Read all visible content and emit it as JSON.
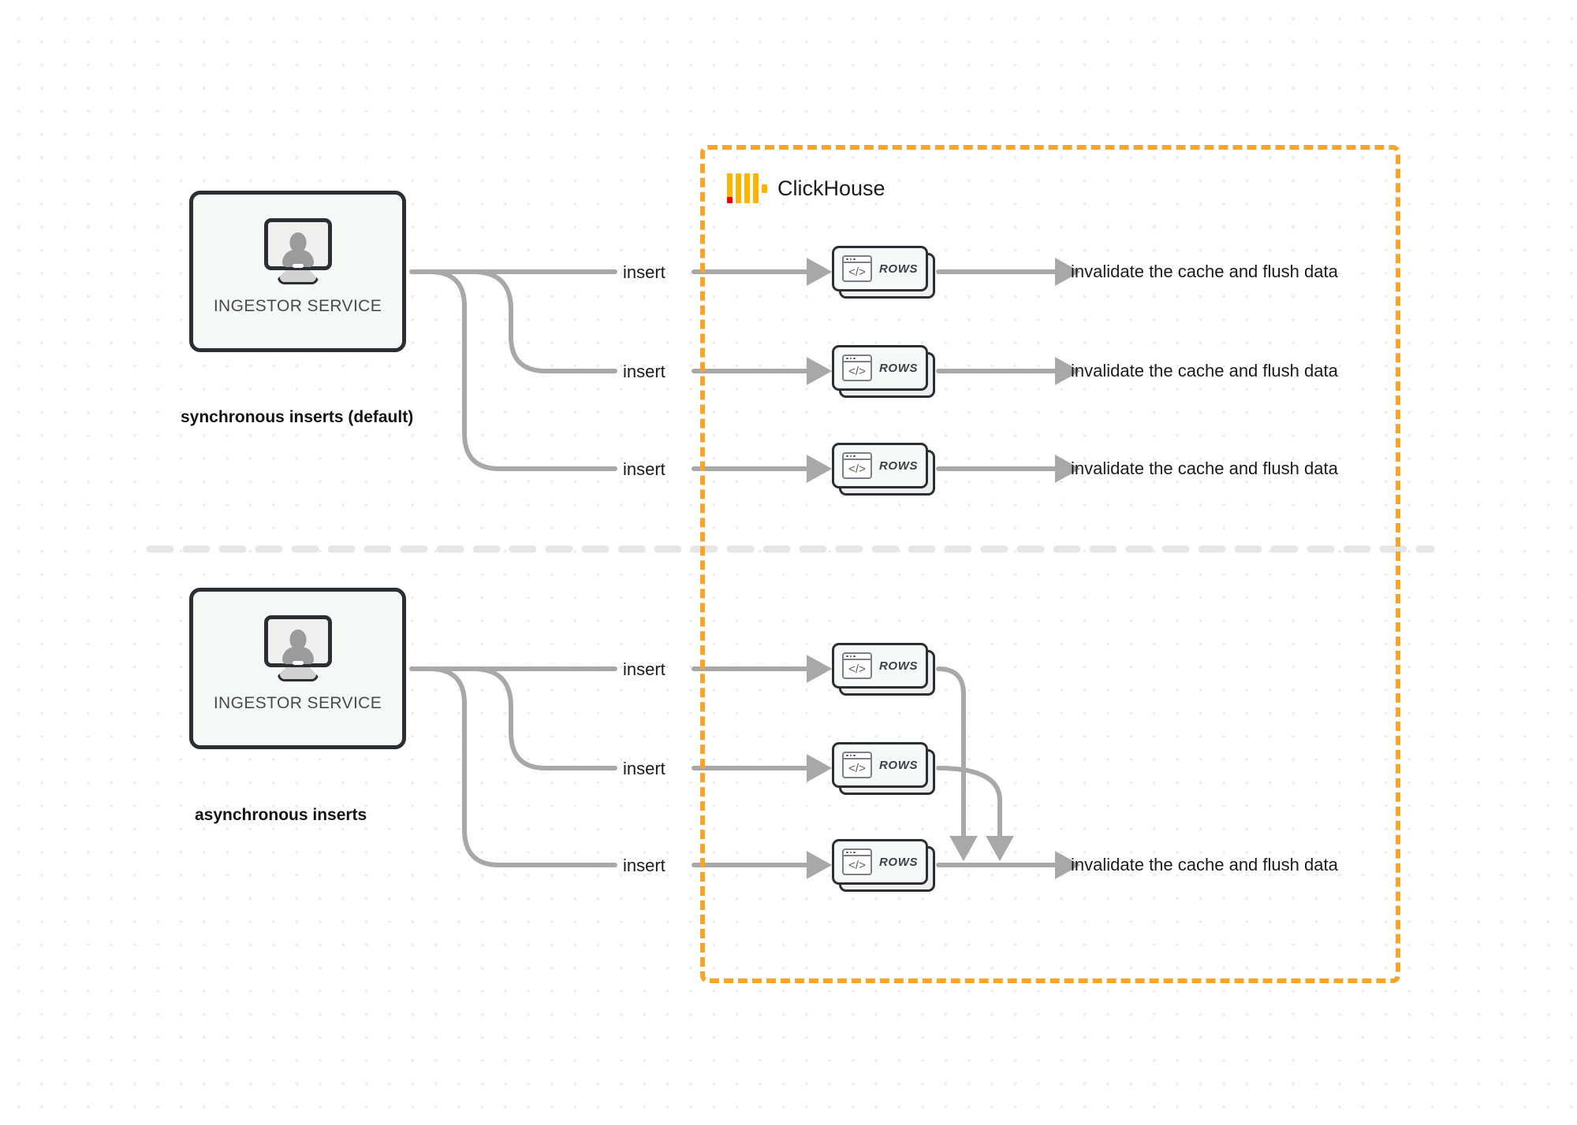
{
  "diagram": {
    "title": "ClickHouse synchronous vs asynchronous inserts",
    "background": "#ffffff",
    "dot_grid_color": "#eceaea",
    "accent_orange": "#f9a52b",
    "logo_yellow": "#ffb400",
    "logo_red": "#f40000",
    "wire_color": "#a8a8a8",
    "node_border": "#2b2e33"
  },
  "clickhouse": {
    "brand_name": "ClickHouse",
    "logo_icon": "clickhouse-logo-icon"
  },
  "sections": [
    {
      "id": "synchronous",
      "caption": "synchronous inserts (default)",
      "service": {
        "label": "INGESTOR SERVICE",
        "icon": "monitor-user-icon"
      },
      "flows": [
        {
          "insert_label": "insert",
          "rows_label": "ROWS",
          "rows_icon": "code-window-icon",
          "result_label": "invalidate the cache and flush data"
        },
        {
          "insert_label": "insert",
          "rows_label": "ROWS",
          "rows_icon": "code-window-icon",
          "result_label": "invalidate the cache and flush data"
        },
        {
          "insert_label": "insert",
          "rows_label": "ROWS",
          "rows_icon": "code-window-icon",
          "result_label": "invalidate the cache and flush data"
        }
      ]
    },
    {
      "id": "asynchronous",
      "caption": "asynchronous inserts",
      "service": {
        "label": "INGESTOR SERVICE",
        "icon": "monitor-user-icon"
      },
      "flows": [
        {
          "insert_label": "insert",
          "rows_label": "ROWS",
          "rows_icon": "code-window-icon"
        },
        {
          "insert_label": "insert",
          "rows_label": "ROWS",
          "rows_icon": "code-window-icon"
        },
        {
          "insert_label": "insert",
          "rows_label": "ROWS",
          "rows_icon": "code-window-icon"
        }
      ],
      "merged_result_label": "invalidate the cache and flush data"
    }
  ]
}
